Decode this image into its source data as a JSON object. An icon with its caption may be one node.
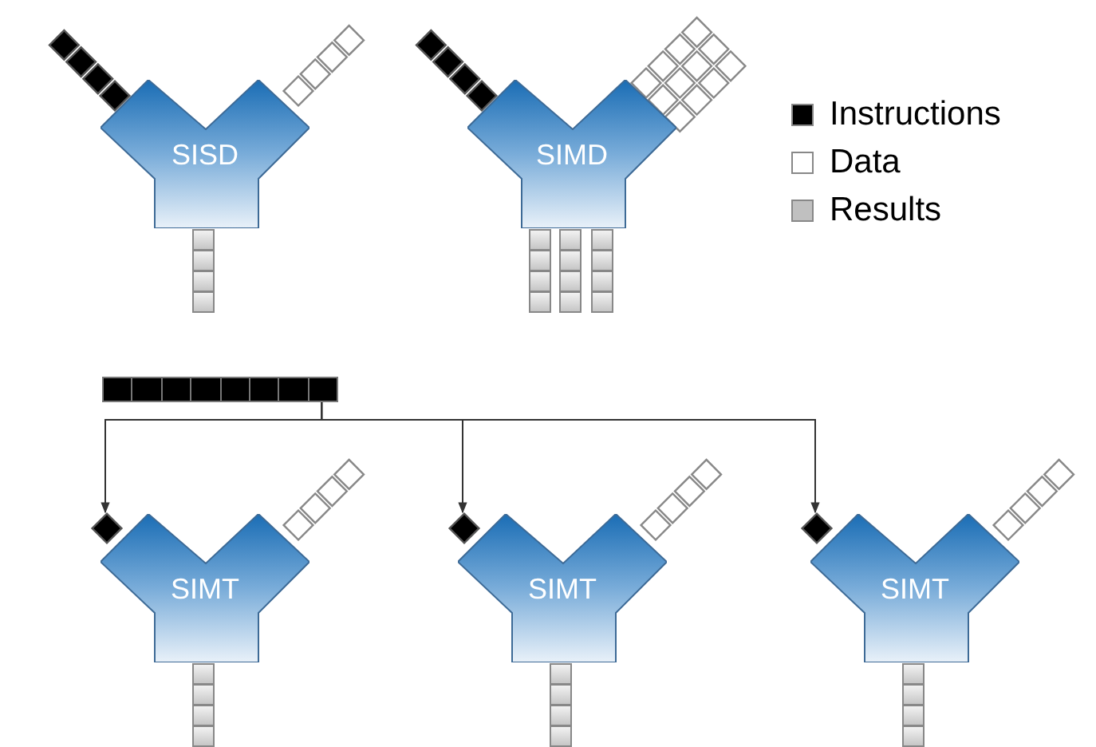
{
  "diagram": {
    "nodes": [
      {
        "text": [
          "SISD"
        ]
      },
      {
        "text": [
          "SIMD"
        ]
      },
      {
        "text": [],
        "shape": "bar"
      },
      {
        "text": [
          "SIMT"
        ]
      },
      {
        "text": [
          "SIMT"
        ]
      },
      {
        "text": [
          "SIMT"
        ]
      }
    ],
    "edges": [
      {
        "from": 2,
        "to": 3,
        "arrow": "to"
      },
      {
        "from": 2,
        "to": 4,
        "arrow": "to"
      },
      {
        "from": 2,
        "to": 5,
        "arrow": "to"
      }
    ],
    "legend": [
      {
        "text": "Instructions",
        "color": "#000000"
      },
      {
        "text": "Data",
        "color": "#ffffff"
      },
      {
        "text": "Results",
        "color": "#c0c0c0"
      }
    ]
  }
}
